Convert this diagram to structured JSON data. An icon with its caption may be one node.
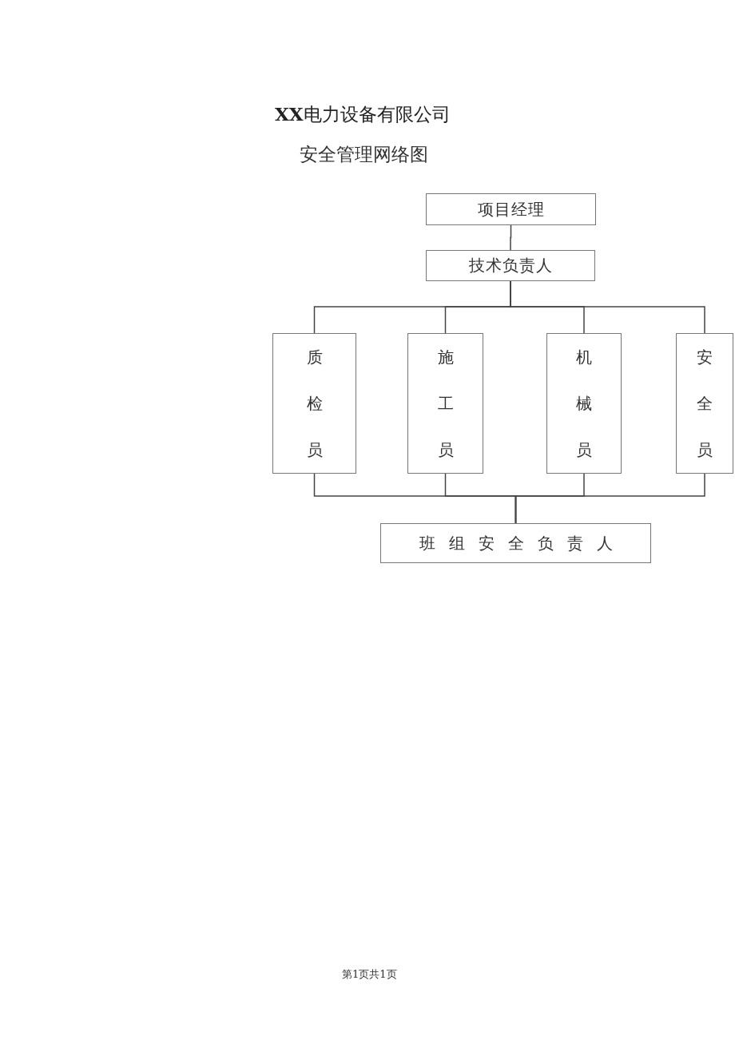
{
  "diagram": {
    "title": "**XX**电力设备有限公司",
    "nodes": [
      {
        "text": [
          "项目经理"
        ]
      },
      {
        "text": [
          "技术负责人"
        ]
      },
      {
        "text": [
          "质检员"
        ]
      },
      {
        "text": [
          "施工员"
        ]
      },
      {
        "text": [
          "机械员"
        ]
      },
      {
        "text": [
          "安全员"
        ]
      },
      {
        "text": [
          "班组安全负责人"
        ]
      }
    ],
    "edges": [
      {
        "from": 0,
        "to": 1,
        "arrow": "none"
      },
      {
        "from": 1,
        "to": 2,
        "arrow": "none"
      },
      {
        "from": 1,
        "to": 3,
        "arrow": "none"
      },
      {
        "from": 1,
        "to": 4,
        "arrow": "none"
      },
      {
        "from": 1,
        "to": 5,
        "arrow": "none"
      },
      {
        "from": 2,
        "to": 6,
        "arrow": "none"
      },
      {
        "from": 3,
        "to": 6,
        "arrow": "none"
      },
      {
        "from": 4,
        "to": 6,
        "arrow": "none"
      },
      {
        "from": 5,
        "to": 6,
        "arrow": "none"
      }
    ],
    "labels": [
      "安全管理网络图",
      "第1页共1页"
    ]
  }
}
